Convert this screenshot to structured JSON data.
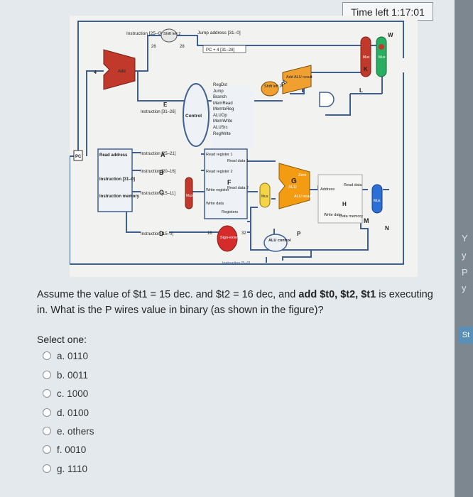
{
  "timer": "Time left 1:17:01",
  "question": {
    "part1": "Assume the value of $t1 = 15 dec. and $t2 = 16 dec, and ",
    "bold": "add $t0, $t2, $t1",
    "part2": " is executing in. What is the P wires value in binary (as shown in the figure)?"
  },
  "select_label": "Select one:",
  "options": [
    "a. 0110",
    "b. 0011",
    "c. 1000",
    "d. 0100",
    "e. others",
    "f. 0010",
    "g. 1110"
  ],
  "right_strip": [
    "Y",
    "y",
    "P",
    "y",
    "St"
  ],
  "figure": {
    "instr_25_0": "Instruction [25–0]",
    "shift_left2_top": "Shift left 2",
    "jump_address": "Jump address [31–0]",
    "n26": "26",
    "n28": "28",
    "pc4": "PC + 4 [31–28]",
    "add": "Add",
    "four": "4",
    "control": "Control",
    "control_signals": [
      "RegDst",
      "Jump",
      "Branch",
      "MemRead",
      "MemtoReg",
      "ALUOp",
      "MemWrite",
      "ALUSrc",
      "RegWrite"
    ],
    "instr_31_26": "Instruction [31–26]",
    "shift_left2": "Shift left 2",
    "add_alu": "Add ALU result",
    "pc": "PC",
    "read_address": "Read address",
    "instruction_31_0": "Instruction [31–0]",
    "instruction_memory": "Instruction memory",
    "instr_25_21": "Instruction [25–21]",
    "instr_20_16": "Instruction [20–16]",
    "instr_15_11": "Instruction [15–11]",
    "instr_15_0": "Instruction [15–0]",
    "read_register_1": "Read register 1",
    "read_register_2": "Read register 2",
    "write_register": "Write register",
    "write_data": "Write data",
    "read_data_1": "Read data 1",
    "read_data_2": "Read data 2",
    "registers": "Registers",
    "sign_extend": "Sign-extend",
    "n16": "16",
    "n32": "32",
    "alu_control": "ALU control",
    "instr_5_0": "Instruction [5–0]",
    "zero": "Zero",
    "alu": "ALU",
    "alu_result": "ALU result",
    "address": "Address",
    "read_data": "Read data",
    "data_memory": "Data memory",
    "mux": "Mux",
    "labels": {
      "A": "A",
      "B": "B",
      "C": "C",
      "D": "D",
      "E": "E",
      "F": "F",
      "G": "G",
      "H": "H",
      "K": "K",
      "L": "L",
      "M": "M",
      "N": "N",
      "P": "P",
      "R": "R",
      "W": "W"
    }
  }
}
